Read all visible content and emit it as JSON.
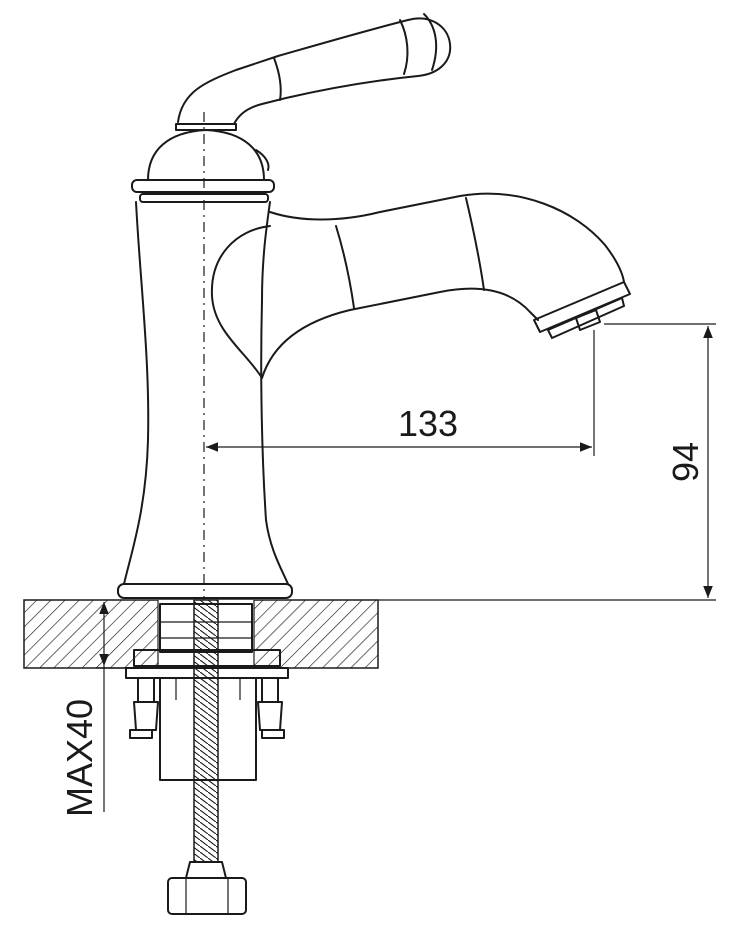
{
  "dimensions": {
    "spout_reach": "133",
    "spout_height": "94",
    "max_deck_thickness": "MAX40"
  },
  "colors": {
    "ink": "#1a1a1a",
    "paper": "#ffffff"
  }
}
